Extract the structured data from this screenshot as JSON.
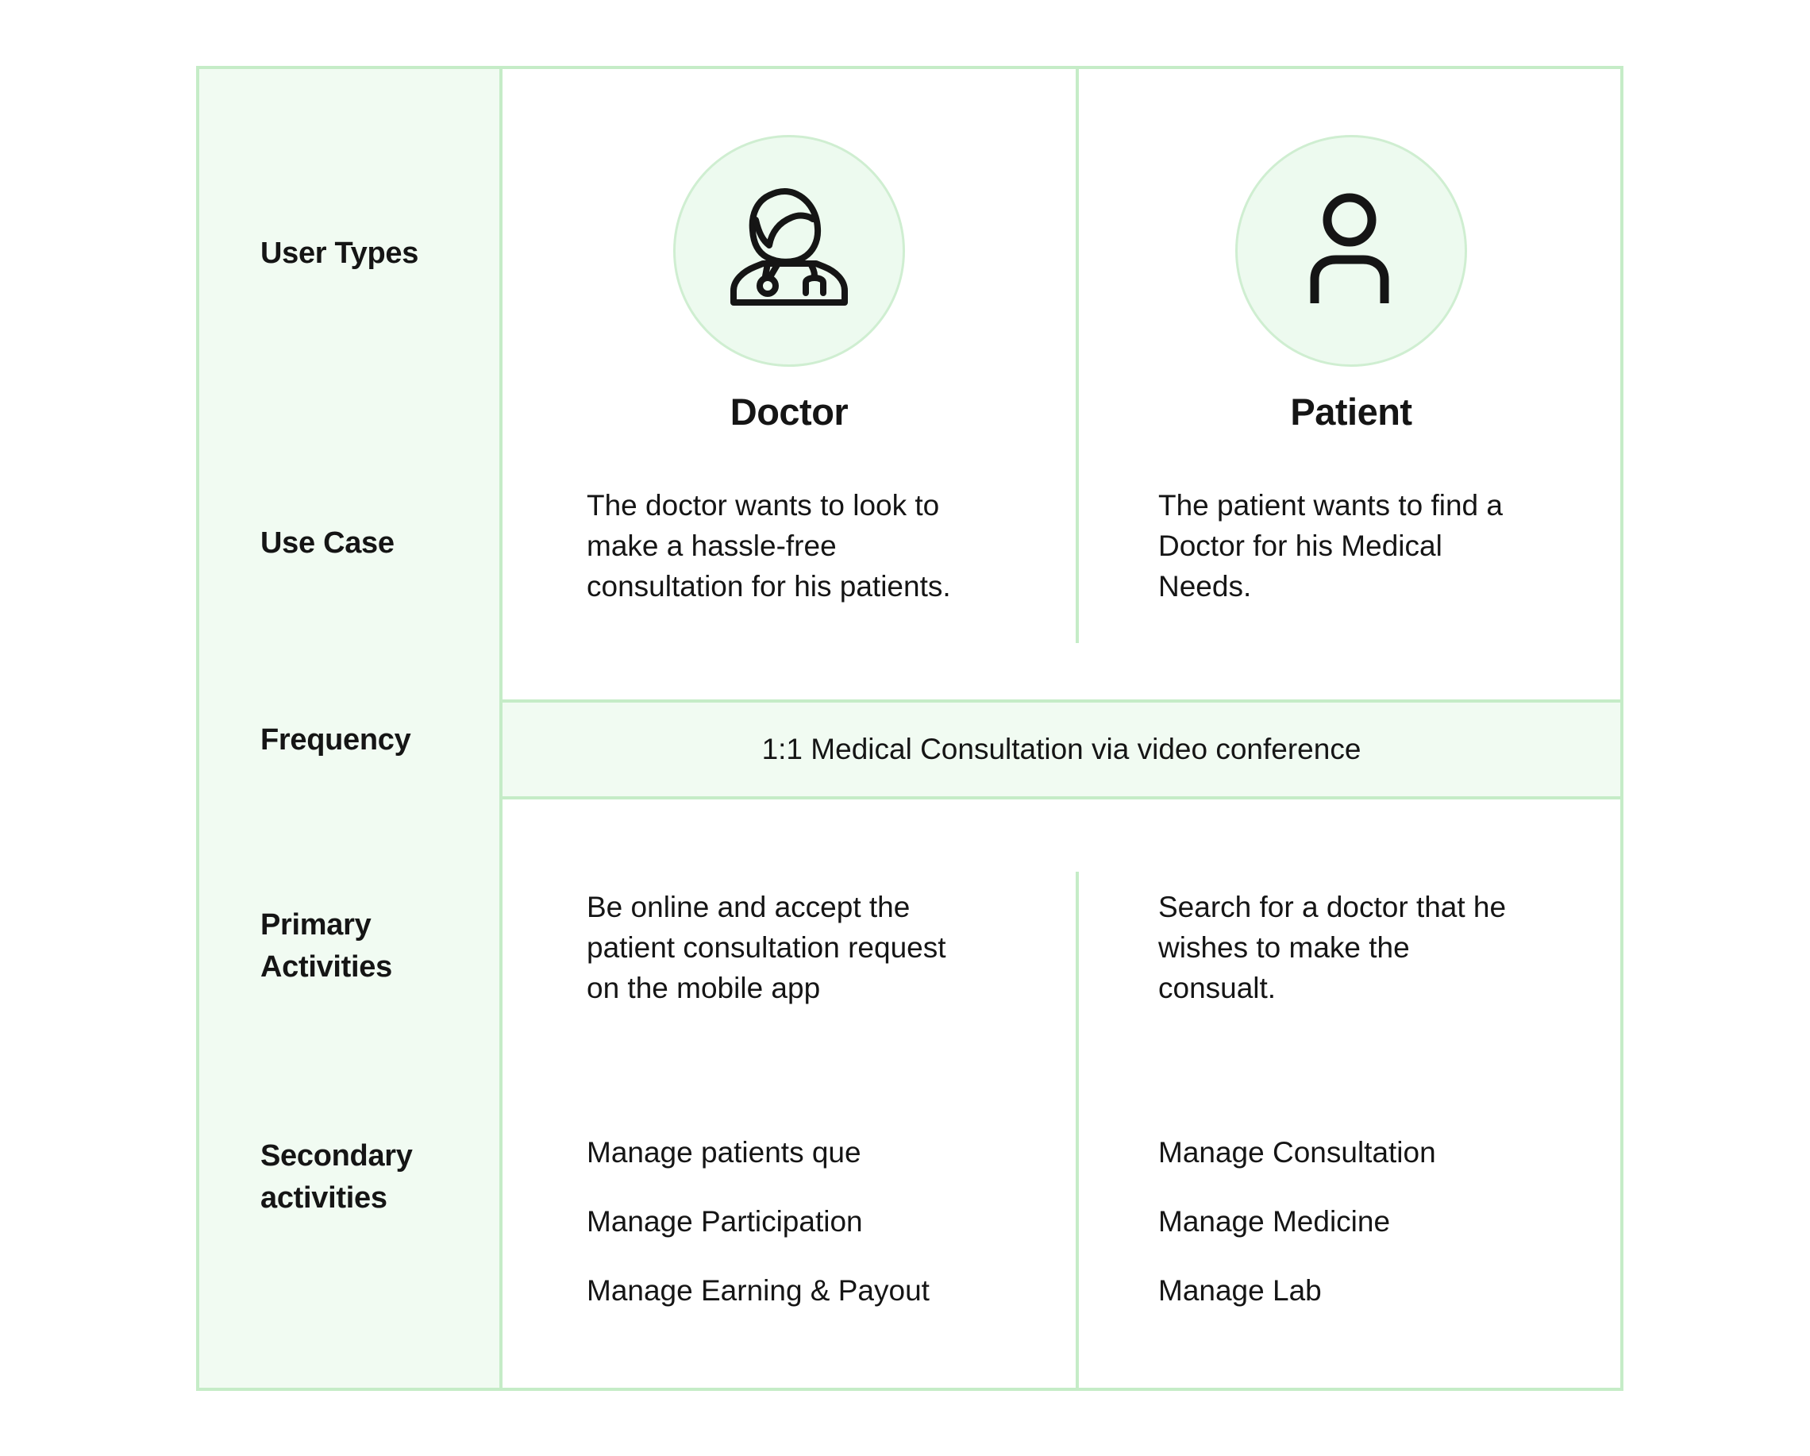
{
  "palette": {
    "border_green": "#c5ecc7",
    "panel_green": "#f1fbf2",
    "avatar_fill": "#edfaef",
    "avatar_border": "#cfeed1",
    "text": "#151515",
    "background": "#ffffff"
  },
  "rows": {
    "user_types_label": "User Types",
    "use_case_label": "Use Case",
    "frequency_label": "Frequency",
    "primary_label": "Primary Activities",
    "secondary_label": "Secondary activities"
  },
  "frequency_value": "1:1 Medical Consultation via video conference",
  "columns": [
    {
      "title": "Doctor",
      "icon": "doctor-icon",
      "use_case": "The doctor wants to look to\nmake a hassle-free\nconsultation for his patients.",
      "primary": "Be online and accept the\npatient consultation request\non the mobile app",
      "secondary": [
        "Manage patients que",
        "Manage Participation",
        "Manage Earning & Payout"
      ]
    },
    {
      "title": "Patient",
      "icon": "person-icon",
      "use_case": "The patient wants to find a\nDoctor for his Medical\nNeeds.",
      "primary": "Search for a doctor that he\nwishes to make the\nconsualt.",
      "secondary": [
        "Manage Consultation",
        "Manage Medicine",
        "Manage Lab"
      ]
    }
  ]
}
